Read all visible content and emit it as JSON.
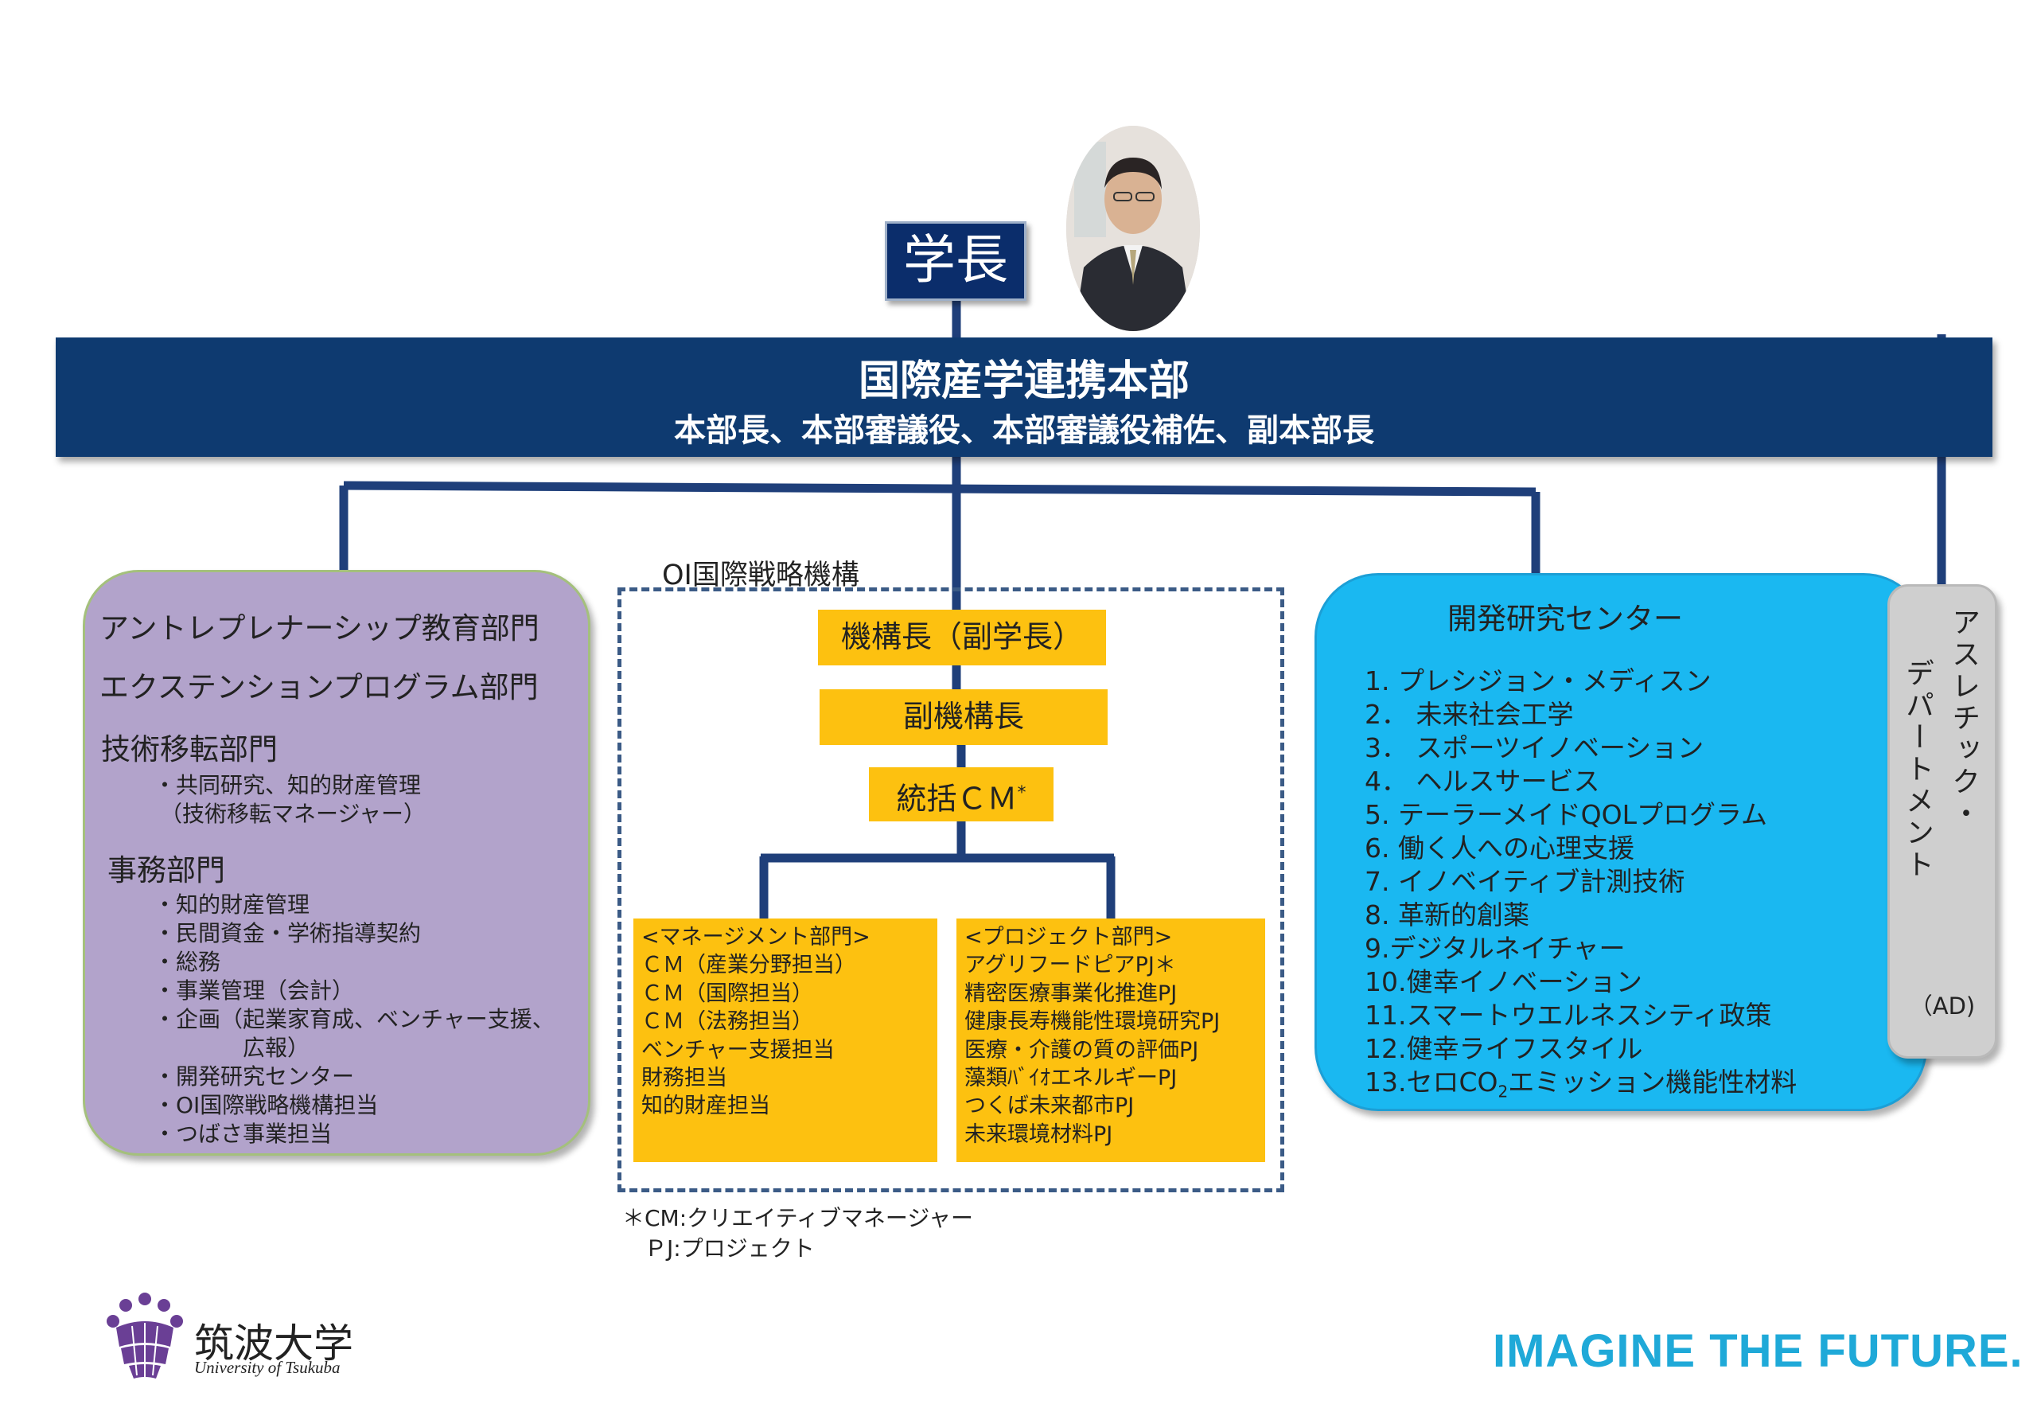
{
  "top": {
    "president": "学長"
  },
  "headquarters": {
    "title": "国際産学連携本部",
    "subtitle": "本部長、本部審議役、本部審議役補佐、副本部長"
  },
  "left_panel": {
    "dept1": "アントレプレナーシップ教育部門",
    "dept2": "エクステンションプログラム部門",
    "dept3": "技術移転部門",
    "dept3_items": [
      "・共同研究、知的財産管理",
      "（技術移転マネージャー）"
    ],
    "dept4": "事務部門",
    "dept4_items": [
      "・知的財産管理",
      "・民間資金・学術指導契約",
      "・総務",
      "・事業管理（会計）",
      "・企画（起業家育成、ベンチャー支援、",
      "広報）",
      "・開発研究センター",
      "・OI国際戦略機構担当",
      "・つばさ事業担当"
    ]
  },
  "oi": {
    "label": "OI国際戦略機構",
    "head": "機構長（副学長）",
    "deputy": "副機構長",
    "cm": "統括ＣＭ",
    "cm_mark": "*",
    "management": [
      "<マネージメント部門>",
      "ＣＭ（産業分野担当）",
      "ＣＭ（国際担当）",
      "ＣＭ（法務担当）",
      "ベンチャー支援担当",
      "財務担当",
      "知的財産担当"
    ],
    "project": [
      "<プロジェクト部門>",
      "アグリフードピアPJ＊",
      "精密医療事業化推進PJ",
      "健康長寿機能性環境研究PJ",
      "医療・介護の質の評価PJ",
      "藻類ﾊﾞｲｵエネルギーPJ",
      "つくば未来都市PJ",
      "未来環境材料PJ"
    ],
    "notes": [
      "＊CM:クリエイティブマネージャー",
      "ＰJ:プロジェクト"
    ]
  },
  "center": {
    "title": "開発研究センター",
    "items": [
      "1.  プレシジョン・メディスン",
      "2．  未来社会工学",
      "3．  スポーツイノベーション",
      "4．  ヘルスサービス",
      "5.  テーラーメイドQOLプログラム",
      "6.  働く人への心理支援",
      "7.  イノベイティブ計測技術",
      "8.  革新的創薬",
      "9.デジタルネイチャー",
      "10.健幸イノベーション",
      "11.スマートウエルネスシティ政策",
      "12.健幸ライフスタイル"
    ],
    "item13_pre": "13.セロCO",
    "item13_sub": "2",
    "item13_post": "エミッション機能性材料"
  },
  "ad": {
    "col_right": "アスレチック・",
    "col_left": "デパートメント",
    "abbr": "（AD)"
  },
  "footer": {
    "logo_jp": "筑波大学",
    "logo_en": "University of Tsukuba",
    "tagline": "IMAGINE THE FUTURE."
  },
  "colors": {
    "navy": "#0e3a70",
    "purple_panel": "#b2a3cb",
    "yellow_box": "#fdc110",
    "cyan_panel": "#1ab8f1",
    "gray_panel": "#cfcfcf",
    "tagline": "#1fa9d8"
  }
}
